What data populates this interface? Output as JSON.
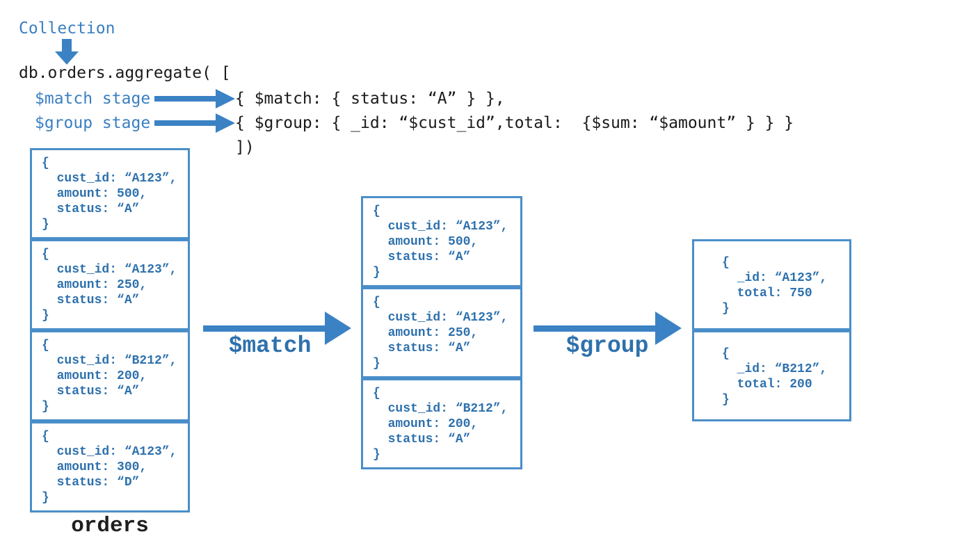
{
  "colors": {
    "blue_text": "#2e71ad",
    "blue_border": "#4a8ec9",
    "blue_arrow": "#3b82c4",
    "blue_label": "#3a7fc2",
    "code_black": "#1b1b1b",
    "orders_black": "#1f1f1f"
  },
  "code_block": {
    "collection_label": "Collection",
    "aggregate_line": "db.orders.aggregate( [",
    "match_stage_label": "$match stage",
    "match_stage_code": "{ $match: { status: “A” } },",
    "group_stage_label": "$group stage",
    "group_stage_code": "{ $group: { _id: “$cust_id”,total:  {$sum: “$amount” } } }",
    "closing_bracket": "])"
  },
  "pipeline": {
    "orders_label": "orders",
    "match_arrow_label": "$match",
    "group_arrow_label": "$group",
    "orders_documents": [
      [
        "{",
        "  cust_id: “A123”,",
        "  amount: 500,",
        "  status: “A”",
        "}"
      ],
      [
        "{",
        "  cust_id: “A123”,",
        "  amount: 250,",
        "  status: “A”",
        "}"
      ],
      [
        "{",
        "  cust_id: “B212”,",
        "  amount: 200,",
        "  status: “A”",
        "}"
      ],
      [
        "{",
        "  cust_id: “A123”,",
        "  amount: 300,",
        "  status: “D”",
        "}"
      ]
    ],
    "after_match_documents": [
      [
        "{",
        "  cust_id: “A123”,",
        "  amount: 500,",
        "  status: “A”",
        "}"
      ],
      [
        "{",
        "  cust_id: “A123”,",
        "  amount: 250,",
        "  status: “A”",
        "}"
      ],
      [
        "{",
        "  cust_id: “B212”,",
        "  amount: 200,",
        "  status: “A”",
        "}"
      ]
    ],
    "after_group_documents": [
      [
        "{",
        "  _id: “A123”,",
        "  total: 750",
        "}"
      ],
      [
        "{",
        "  _id: “B212”,",
        "  total: 200",
        "}"
      ]
    ]
  }
}
